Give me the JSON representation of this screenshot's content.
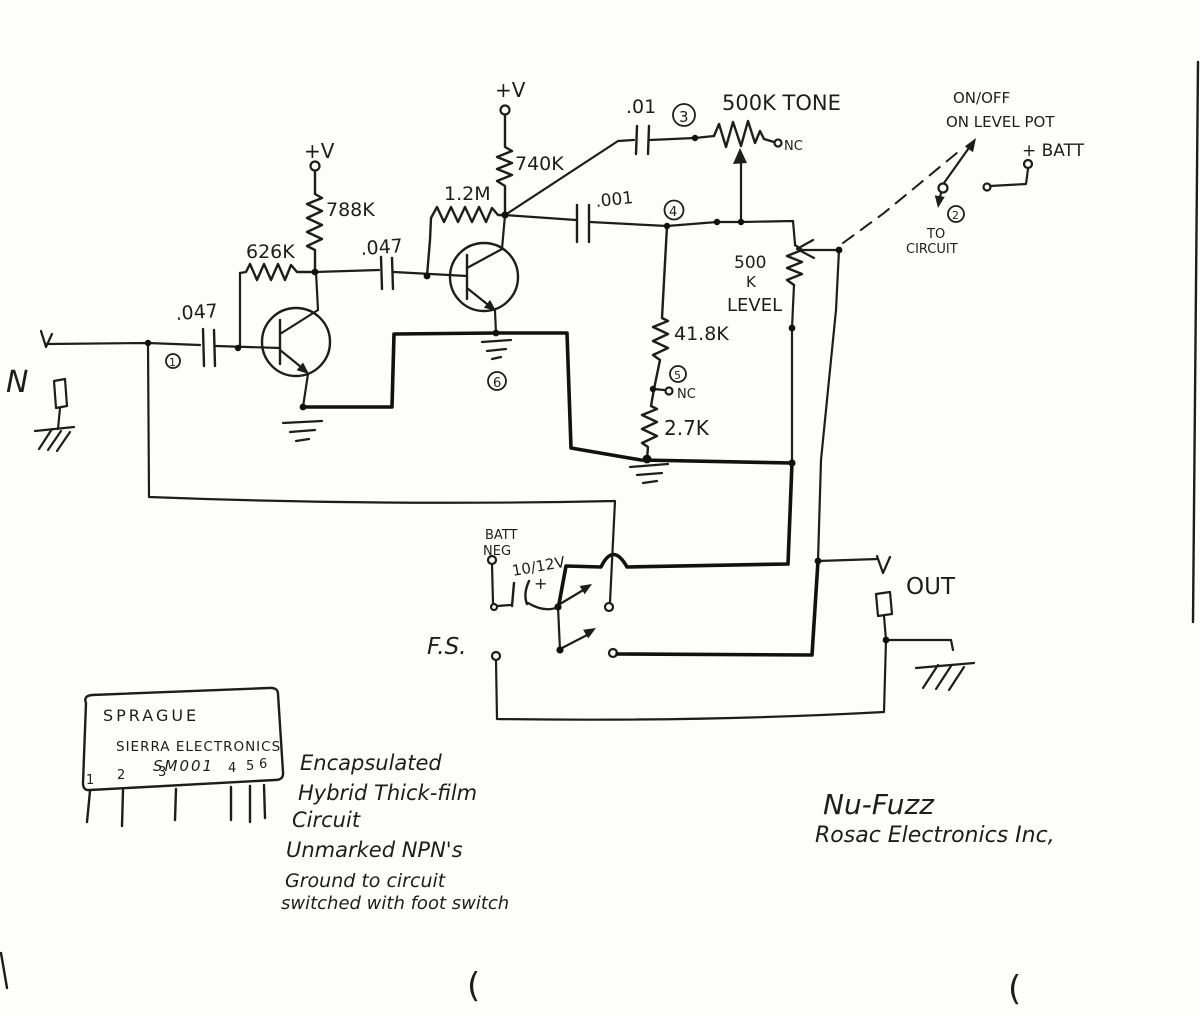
{
  "colors": {
    "ink": "#1d1d1d",
    "paper": "#fdfdfc"
  },
  "labels": {
    "input": "N",
    "supply_q1": "+V",
    "supply_q2": "+V",
    "r_788k": "788K",
    "r_626k": "626K",
    "r_740k": "740K",
    "r_1_2m": "1.2M",
    "c_in": ".047",
    "c_interstage": ".047",
    "c_tone": ".01",
    "c_out": ".001",
    "r_41_8k": "41.8K",
    "r_2_7k": "2.7K",
    "tone_pot": "500K TONE",
    "tone_nc": "NC",
    "divider_nc": "NC",
    "level_value": "500",
    "level_unit": "K",
    "level_name": "LEVEL",
    "switch_note_1": "ON/OFF",
    "switch_note_2": "ON LEVEL POT",
    "batt_positive": "+ BATT",
    "to_circuit_1": "TO",
    "to_circuit_2": "CIRCUIT",
    "batt_neg_1": "BATT",
    "batt_neg_2": "NEG",
    "batt_cap": "10/12V",
    "batt_cap_polarity": "+",
    "footswitch": "F.S.",
    "output": "OUT"
  },
  "refs": {
    "n1": "1",
    "n2": "2",
    "n3": "3",
    "n4": "4",
    "n5": "5",
    "n6": "6"
  },
  "chip": {
    "brand": "SPRAGUE",
    "maker": "SIERRA ELECTRONICS",
    "model": "SM001",
    "pins": [
      "1",
      "2",
      "3",
      "4",
      "5",
      "6"
    ]
  },
  "notes": {
    "line1": "Encapsulated",
    "line2": "Hybrid Thick-film",
    "line3": "Circuit",
    "line4": "Unmarked NPN's",
    "line5": "Ground to circuit",
    "line6": "switched with foot switch"
  },
  "footer": {
    "product": "Nu-Fuzz",
    "company": "Rosac Electronics Inc,"
  },
  "page_marks": {
    "left_paren": "(",
    "right_paren": "("
  }
}
